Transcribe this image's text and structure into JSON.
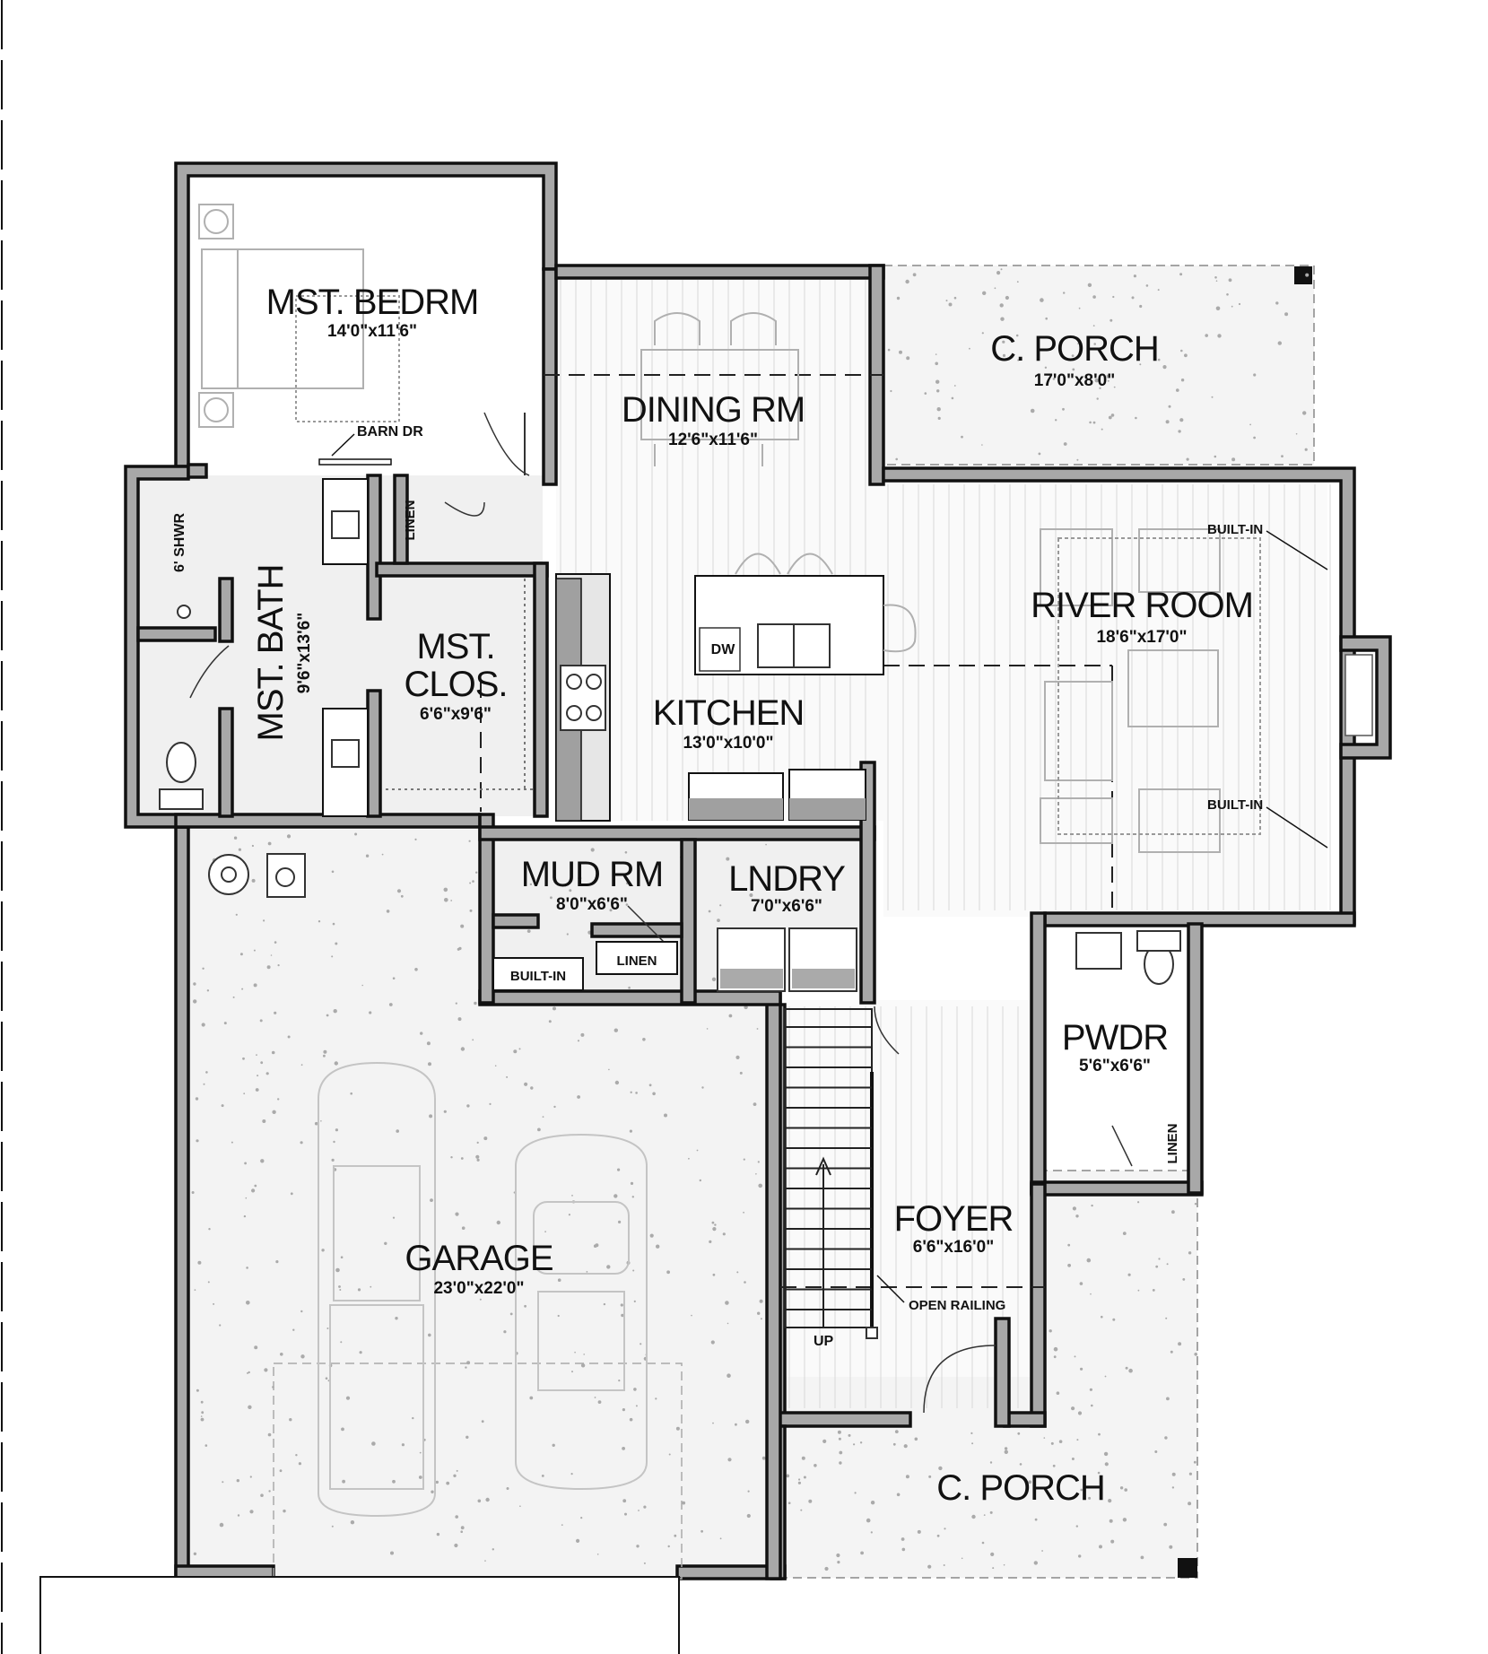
{
  "rooms": {
    "master_bedroom": {
      "name": "MST. BEDRM",
      "size": "14'0\"x11'6\""
    },
    "dining_room": {
      "name": "DINING RM",
      "size": "12'6\"x11'6\""
    },
    "rear_porch": {
      "name": "C. PORCH",
      "size": "17'0\"x8'0\""
    },
    "master_bath": {
      "name": "MST. BATH",
      "size": "9'6\"x13'6\""
    },
    "master_closet": {
      "name_line1": "MST.",
      "name_line2": "CLOS.",
      "size": "6'6\"x9'6\""
    },
    "kitchen": {
      "name": "KITCHEN",
      "size": "13'0\"x10'0\""
    },
    "river_room": {
      "name": "RIVER ROOM",
      "size": "18'6\"x17'0\""
    },
    "mud_room": {
      "name": "MUD RM",
      "size": "8'0\"x6'6\""
    },
    "laundry": {
      "name": "LNDRY",
      "size": "7'0\"x6'6\""
    },
    "powder": {
      "name": "PWDR",
      "size": "5'6\"x6'6\""
    },
    "foyer": {
      "name": "FOYER",
      "size": "6'6\"x16'0\""
    },
    "garage": {
      "name": "GARAGE",
      "size": "23'0\"x22'0\""
    },
    "front_porch": {
      "name": "C. PORCH"
    }
  },
  "notes": {
    "barn_door": "BARN DR",
    "shower": "6' SHWR",
    "linen": "LINEN",
    "dishwasher": "DW",
    "built_in": "BUILT-IN",
    "open_railing": "OPEN RAILING",
    "stair_up": "UP"
  },
  "colors": {
    "wall_fill": "#a8a8a8",
    "wall_stroke": "#111111",
    "furniture": "#b0b0b0"
  }
}
